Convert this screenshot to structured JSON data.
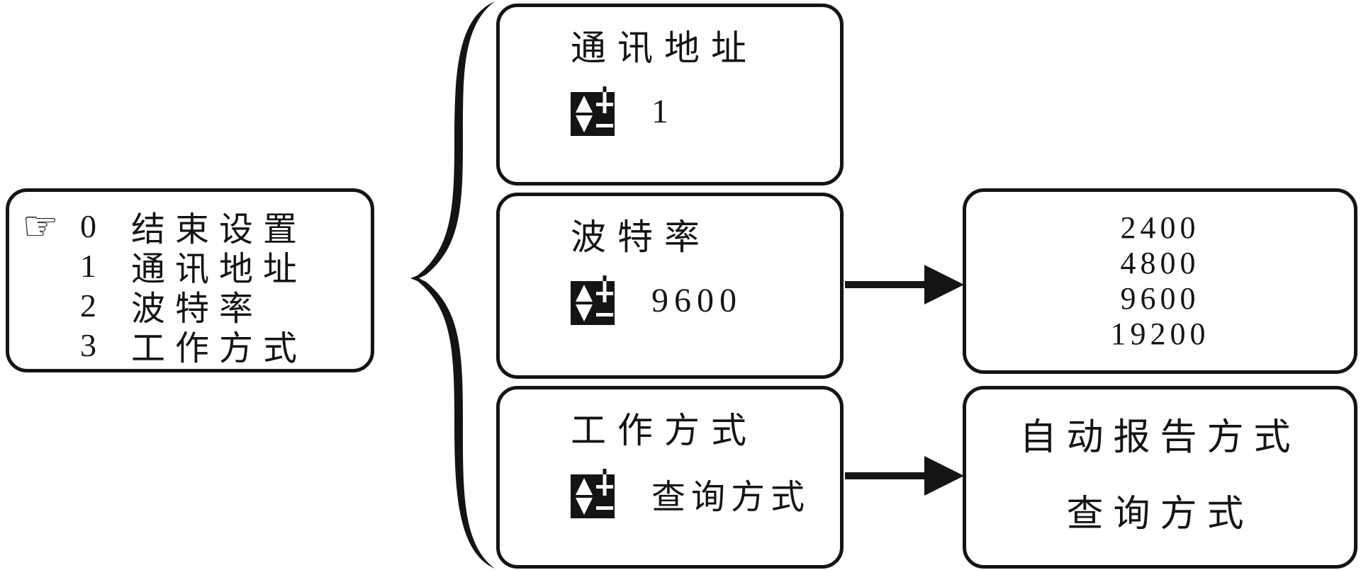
{
  "diagram": {
    "menu_box": {
      "pointer_icon": "☞",
      "items": [
        {
          "index": "0",
          "label": "结束设置"
        },
        {
          "index": "1",
          "label": "通讯地址"
        },
        {
          "index": "2",
          "label": "波特率"
        },
        {
          "index": "3",
          "label": "工作方式"
        }
      ]
    },
    "setting_boxes": [
      {
        "title": "通讯地址",
        "value": "1",
        "adjust_icon": "updown-plus-minus-icon"
      },
      {
        "title": "波特率",
        "value": "9600",
        "adjust_icon": "updown-plus-minus-icon"
      },
      {
        "title": "工作方式",
        "value": "查询方式",
        "adjust_icon": "updown-plus-minus-icon"
      }
    ],
    "options_boxes": [
      {
        "name": "baud-rate-options",
        "options": [
          "2400",
          "4800",
          "9600",
          "19200"
        ]
      },
      {
        "name": "work-mode-options",
        "options": [
          "自动报告方式",
          "查询方式"
        ]
      }
    ],
    "colors": {
      "line": "#141414",
      "background": "#ffffff",
      "icon_bg": "#141414",
      "icon_fg": "#ffffff"
    }
  }
}
